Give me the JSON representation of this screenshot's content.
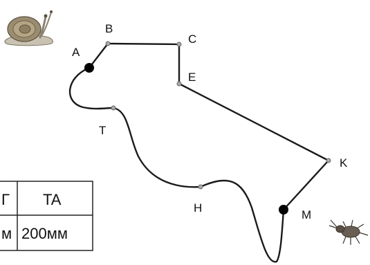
{
  "points": {
    "A": "A",
    "B": "B",
    "C": "C",
    "E": "E",
    "T": "T",
    "K": "K",
    "H": "H",
    "M": "M"
  },
  "table": {
    "header_partial": "Г",
    "header": "TA",
    "value_partial": "м",
    "value": "200мм"
  },
  "icons": {
    "snail": "snail-icon",
    "beetle": "beetle-icon"
  },
  "colors": {
    "path": "#1a1a1a",
    "point_fill": "#aaaaaa",
    "point_big": "#000000"
  }
}
